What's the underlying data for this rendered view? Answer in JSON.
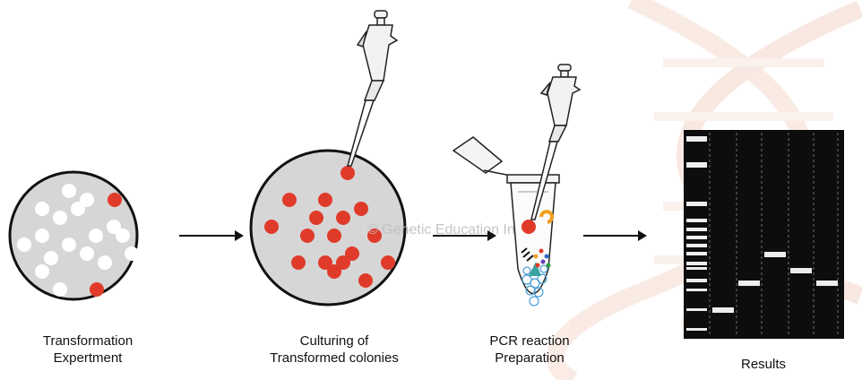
{
  "watermark": "© Genetic Education Inc.",
  "steps": [
    {
      "line1": "Transformation",
      "line2": "Expertment"
    },
    {
      "line1": "Culturing of",
      "line2": "Transformed colonies"
    },
    {
      "line1": "PCR reaction",
      "line2": "Preparation"
    },
    {
      "line1": "Results",
      "line2": ""
    }
  ],
  "colors": {
    "plate_fill": "#d6d6d6",
    "colony_red": "#e03b2a",
    "colony_white": "#ffffff",
    "gel_bg": "#0d0d0d",
    "band": "#ededed",
    "dna_watermark": "#f4d2c4"
  },
  "icons": [
    "micropipette-icon",
    "micropipette-icon",
    "pcr-tube-icon",
    "dna-helix-watermark-icon"
  ],
  "gel": {
    "ladder_bands": 14,
    "lanes": 6,
    "sample_bands": 5
  }
}
